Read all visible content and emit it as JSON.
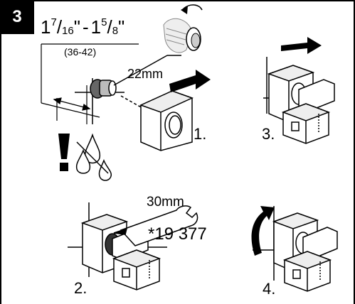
{
  "step_number": "3",
  "dimension": {
    "whole_a": "1",
    "num_a": "7",
    "den_a": "16",
    "inch_a": "\"",
    "separator": "-",
    "whole_b": "1",
    "num_b": "5",
    "den_b": "8",
    "inch_b": "\"",
    "metric": "(36-42)"
  },
  "wrench_size_small": "22mm",
  "wrench_size_large": "30mm",
  "part_number": "*19 377",
  "steps": [
    "1.",
    "2.",
    "3.",
    "4."
  ],
  "icons": [
    "warning-exclamation-icon",
    "no-water-drops-icon",
    "cleaning-brush-icon",
    "push-arrow-icon",
    "rotate-arrow-icon",
    "wrench-icon"
  ],
  "colors": {
    "ink": "#000000",
    "grey": "#9a9a9a",
    "paper": "#ffffff"
  }
}
